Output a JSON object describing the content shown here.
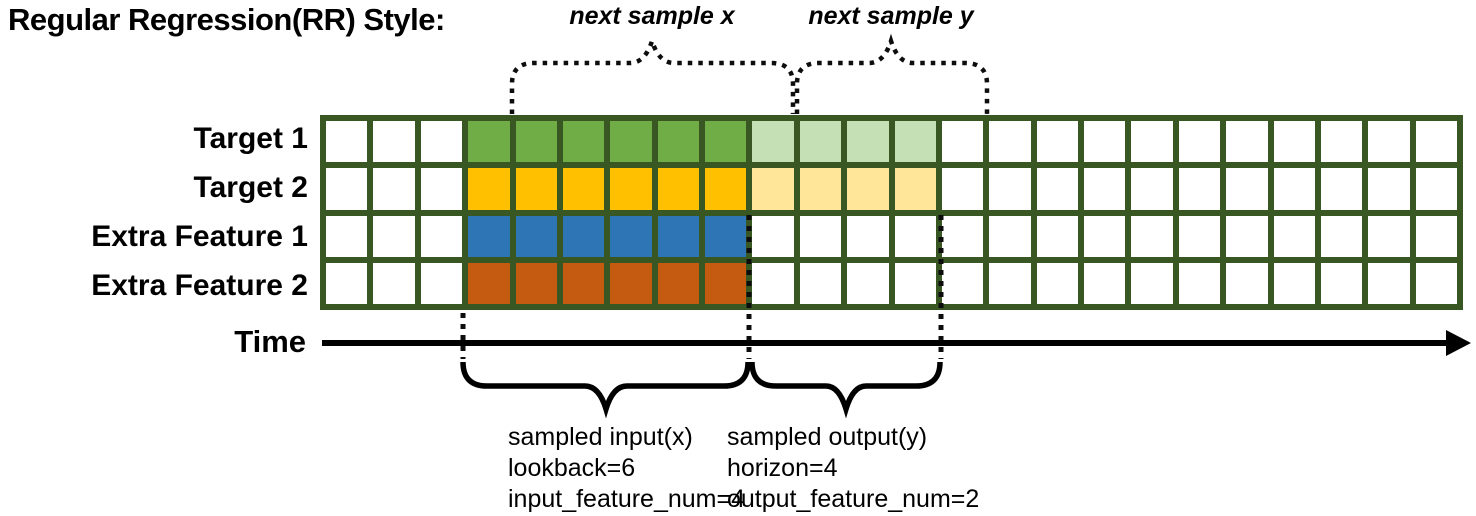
{
  "title": "Regular Regression(RR) Style:",
  "colors": {
    "grid_line": "#385723",
    "cell_empty": "#ffffff",
    "target1_input": "#70AD47",
    "target1_output": "#C5E0B4",
    "target2_input": "#FFC000",
    "target2_output": "#FFE699",
    "extra1_input": "#2E75B6",
    "extra2_input": "#C55A11",
    "annotation": "#000000"
  },
  "grid": {
    "columns": 24,
    "input_start_col": 3,
    "lookback": 6,
    "horizon": 4,
    "rows": [
      {
        "label": "Target 1",
        "input_color": "#70AD47",
        "output_color": "#C5E0B4"
      },
      {
        "label": "Target 2",
        "input_color": "#FFC000",
        "output_color": "#FFE699"
      },
      {
        "label": "Extra Feature 1",
        "input_color": "#2E75B6",
        "output_color": null
      },
      {
        "label": "Extra Feature 2",
        "input_color": "#C55A11",
        "output_color": null
      }
    ]
  },
  "annotations": {
    "next_sample_x": "next sample x",
    "next_sample_y": "next sample y",
    "time_label": "Time",
    "input_block": {
      "line1": "sampled input(x)",
      "line2": "lookback=6",
      "line3": "input_feature_num=4"
    },
    "output_block": {
      "line1": "sampled output(y)",
      "line2": "horizon=4",
      "line3": "output_feature_num=2"
    }
  }
}
